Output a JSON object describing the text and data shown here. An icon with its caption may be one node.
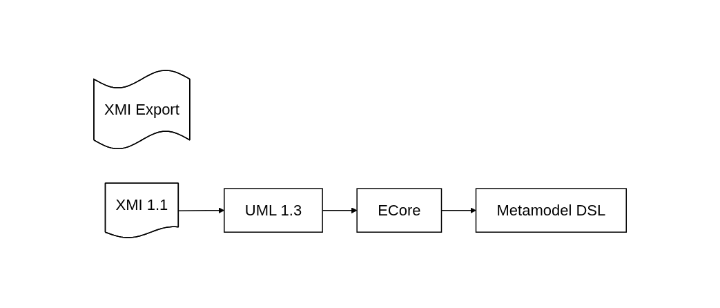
{
  "diagram": {
    "nodes": [
      {
        "text": [
          "XMI Export"
        ]
      },
      {
        "text": [
          "XMI 1.1"
        ]
      },
      {
        "text": [
          "UML 1.3"
        ]
      },
      {
        "text": [
          "ECore"
        ]
      },
      {
        "text": [
          "Metamodel DSL"
        ]
      }
    ],
    "edges": [
      {
        "from": 1,
        "to": 2,
        "arrow": "to"
      },
      {
        "from": 2,
        "to": 3,
        "arrow": "to"
      },
      {
        "from": 3,
        "to": 4,
        "arrow": "to"
      }
    ]
  }
}
